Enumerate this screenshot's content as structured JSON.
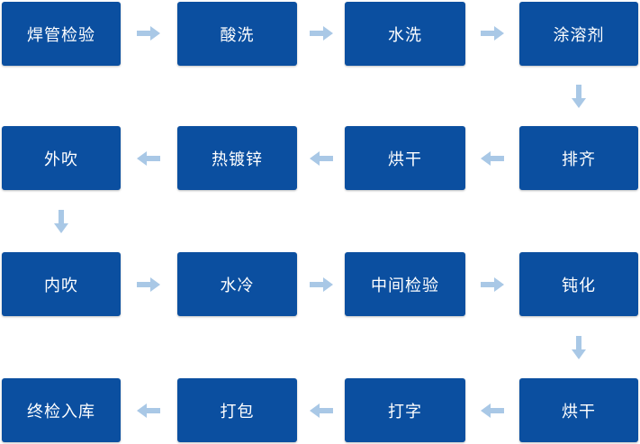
{
  "steps": [
    "焊管检验",
    "酸洗",
    "水洗",
    "涂溶剂",
    "排齐",
    "烘干",
    "热镀锌",
    "外吹",
    "内吹",
    "水冷",
    "中间检验",
    "钝化",
    "烘干",
    "打字",
    "打包",
    "终检入库"
  ],
  "colors": {
    "box": "#0b4fa0",
    "box_text": "#ffffff",
    "arrow": "#a9c8e6"
  },
  "arrow_directions": [
    "right",
    "right",
    "right",
    "down",
    "left",
    "left",
    "left",
    "down",
    "right",
    "right",
    "right",
    "down",
    "left",
    "left",
    "left"
  ]
}
